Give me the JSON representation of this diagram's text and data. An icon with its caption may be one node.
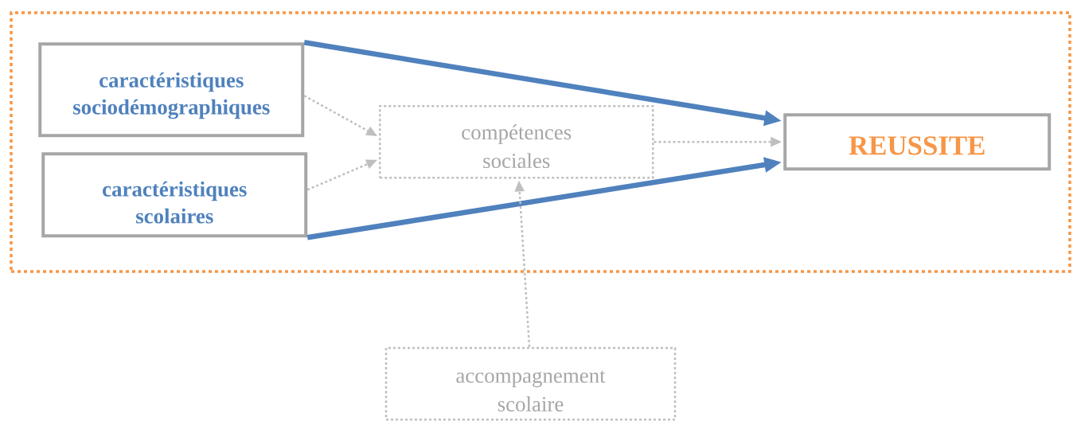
{
  "diagram": {
    "nodes": [
      {
        "text": [],
        "shape": "box"
      },
      {
        "text": [
          "caractéristiques sociodémographiques"
        ],
        "in": 0
      },
      {
        "text": [
          "caractéristiques scolaires"
        ],
        "in": 0
      },
      {
        "text": [
          "compétences sociales"
        ],
        "in": 0
      },
      {
        "text": [
          "REUSSITE"
        ],
        "in": 0
      },
      {
        "text": [
          "accompagnement scolaire"
        ]
      }
    ],
    "edges": [
      {
        "from": 1,
        "to": 4,
        "arrow": "to",
        "style": "thick",
        "color": "#4f81bd"
      },
      {
        "from": 2,
        "to": 4,
        "arrow": "to",
        "style": "thick",
        "color": "#4f81bd"
      },
      {
        "from": 1,
        "to": 3,
        "arrow": "to",
        "style": "dashed"
      },
      {
        "from": 2,
        "to": 3,
        "arrow": "to",
        "style": "dashed"
      },
      {
        "from": 3,
        "to": 4,
        "arrow": "to",
        "style": "dashed"
      },
      {
        "from": 5,
        "to": 3,
        "arrow": "to",
        "style": "dashed"
      }
    ]
  }
}
